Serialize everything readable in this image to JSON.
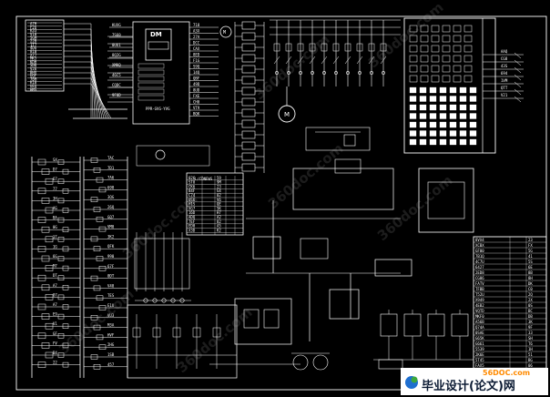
{
  "drawing": {
    "keypad_label": "DM",
    "controller_caption": "PPR-GVG-YVG",
    "motor_symbol": "M",
    "table_title": "L/CDNEWS"
  },
  "watermark": {
    "site_text": "360doc.com",
    "logo_site": "56DOC.com",
    "logo_title": "毕业设计(论文)网"
  },
  "colors": {
    "line": "#ffffff",
    "background": "#000000",
    "logo_blue": "#1f6fd0",
    "logo_green": "#3da83d",
    "logo_orange": "#ff8a00"
  }
}
